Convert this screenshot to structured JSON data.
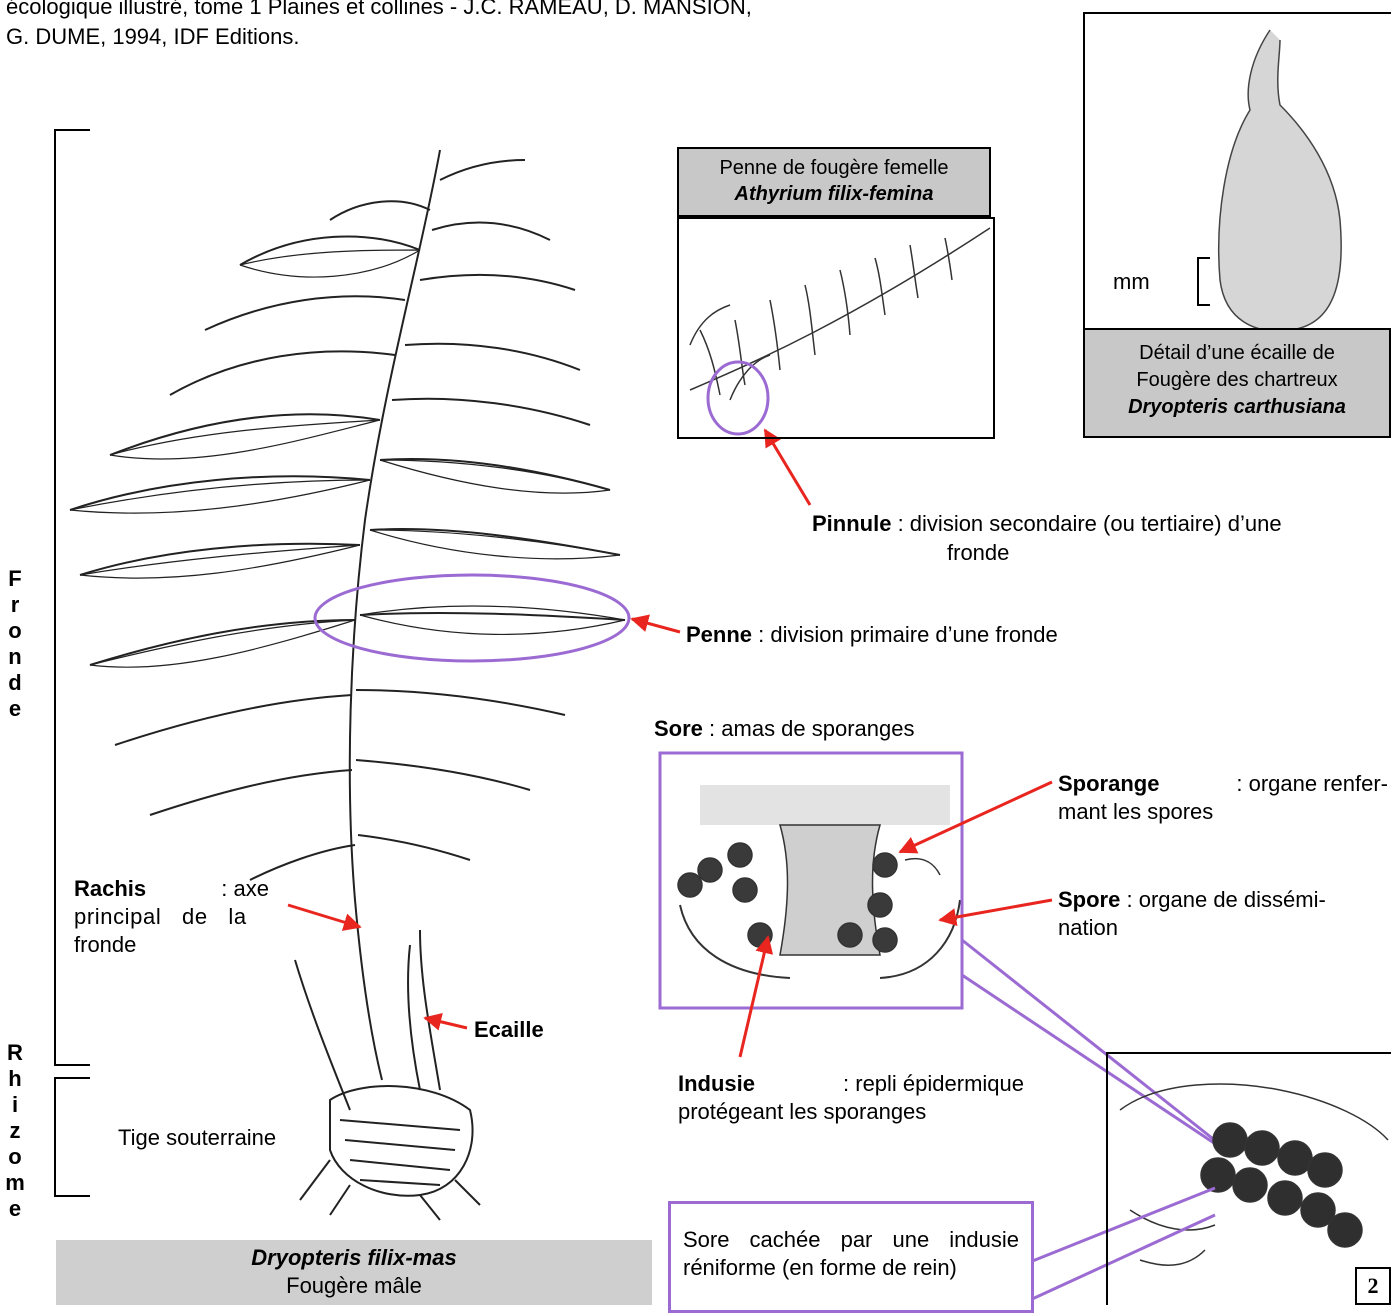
{
  "reference": {
    "line1": "écologique illustré, tome 1 Plaines et collines - J.C. RAMEAU, D. MANSION,",
    "line2": "G. DUME, 1994, IDF Editions."
  },
  "side_labels": {
    "fronde": [
      "F",
      "r",
      "o",
      "n",
      "d",
      "e"
    ],
    "rhizome": [
      "R",
      "h",
      "i",
      "z",
      "o",
      "m",
      "e"
    ]
  },
  "rhizome_note": "Tige souterraine",
  "rachis": {
    "term": "Rachis",
    "def_line1": ": axe",
    "def_line2": "principal de la",
    "def_line3": "fronde"
  },
  "ecaille": "Ecaille",
  "main_caption": {
    "latin": "Dryopteris filix-mas",
    "common": "Fougère mâle"
  },
  "athyrium_box": {
    "line1": "Penne de fougère femelle",
    "latin": "Athyrium filix-femina"
  },
  "carthusiana_box": {
    "scale": "mm",
    "line1": "Détail d’une écaille de",
    "line2": "Fougère des chartreux",
    "latin": "Dryopteris carthusiana"
  },
  "pinnule": {
    "term": "Pinnule",
    "def1": ": division secondaire (ou tertiaire) d’une",
    "def2": "fronde"
  },
  "penne": {
    "term": "Penne",
    "def": ": division primaire d’une fronde"
  },
  "sore": {
    "term": "Sore",
    "def": ": amas de sporanges"
  },
  "sporange": {
    "term": "Sporange",
    "def1": ": organe renfer-",
    "def2": "mant les spores"
  },
  "spore": {
    "term": "Spore",
    "def1": ": organe de dissémi-",
    "def2": "nation"
  },
  "indusie": {
    "term": "Indusie",
    "def1": ": repli épidermique",
    "def2": "protégeant les sporanges"
  },
  "sore_note": {
    "line1": "Sore cachée par une indusie",
    "line2": "réniforme (en forme de rein)"
  },
  "page_number": "2",
  "colors": {
    "arrow": "#e8261f",
    "highlight": "#9b6bd3",
    "caption_bg": "#cfcfcf"
  }
}
